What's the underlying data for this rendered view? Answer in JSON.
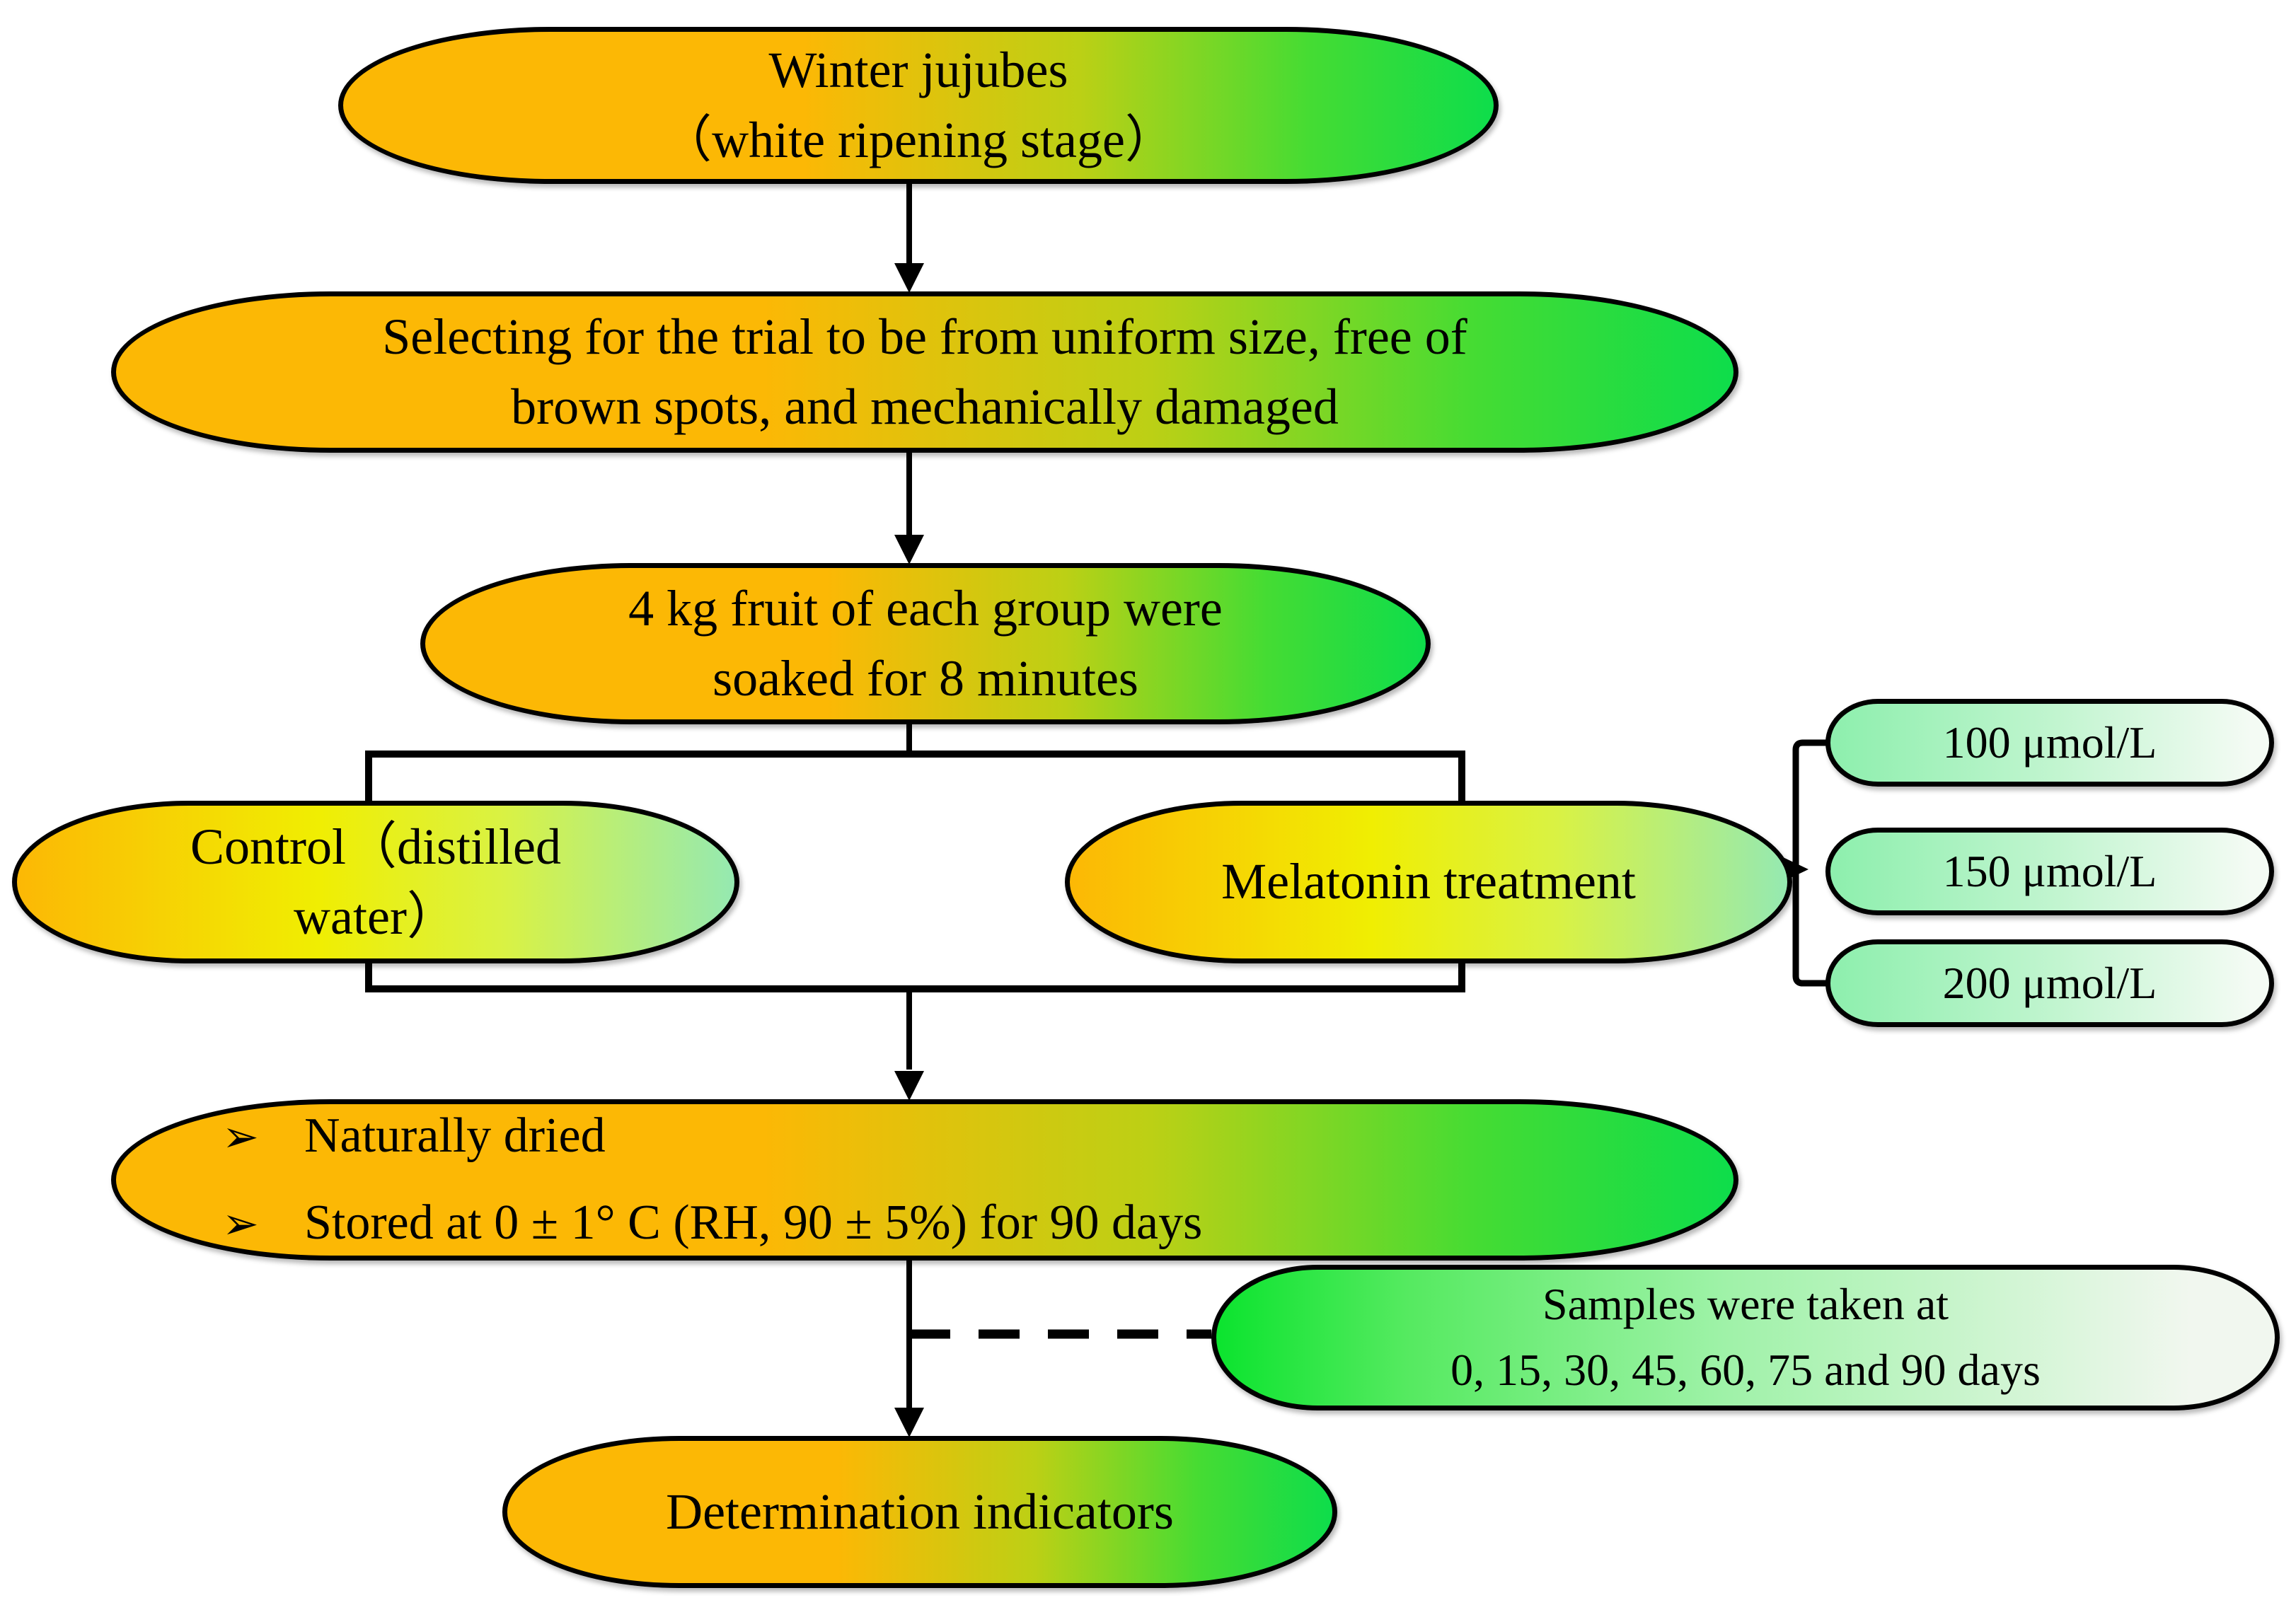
{
  "diagram": {
    "title": "Winter jujube melatonin treatment flowchart",
    "nodes": {
      "winter": {
        "line1": "Winter jujubes",
        "line2": "（white ripening stage）"
      },
      "selecting": {
        "line1": "Selecting for the trial to be from uniform size, free of",
        "line2": "brown spots, and mechanically damaged"
      },
      "soaking": {
        "line1": "4 kg fruit of each group were",
        "line2": "soaked for 8 minutes"
      },
      "control": {
        "line1": "Control（distilled",
        "line2": "water）"
      },
      "melatonin": {
        "label": "Melatonin treatment"
      },
      "concentrations": [
        {
          "label": "100 μmol/L"
        },
        {
          "label": "150 μmol/L"
        },
        {
          "label": "200 μmol/L"
        }
      ],
      "storage": {
        "bullet": "➢",
        "item1": "Naturally dried",
        "item2": "Stored at 0 ± 1° C (RH, 90 ± 5%) for 90 days"
      },
      "samples": {
        "line1": "Samples were taken at",
        "line2": "0, 15, 30, 45, 60, 75 and 90 days"
      },
      "determination": {
        "label": "Determination indicators"
      }
    },
    "colors": {
      "orange": "#FCB805",
      "bright-green": "#0EDD4B",
      "yellow": "#F0EE02",
      "pale-green": "#95E9B1",
      "pill-green": "#8DEFAD",
      "pill-white": "#F4FBF4",
      "sample-green": "#0BE42E",
      "sample-white": "#F1F7EF",
      "connector": "#000000"
    }
  }
}
